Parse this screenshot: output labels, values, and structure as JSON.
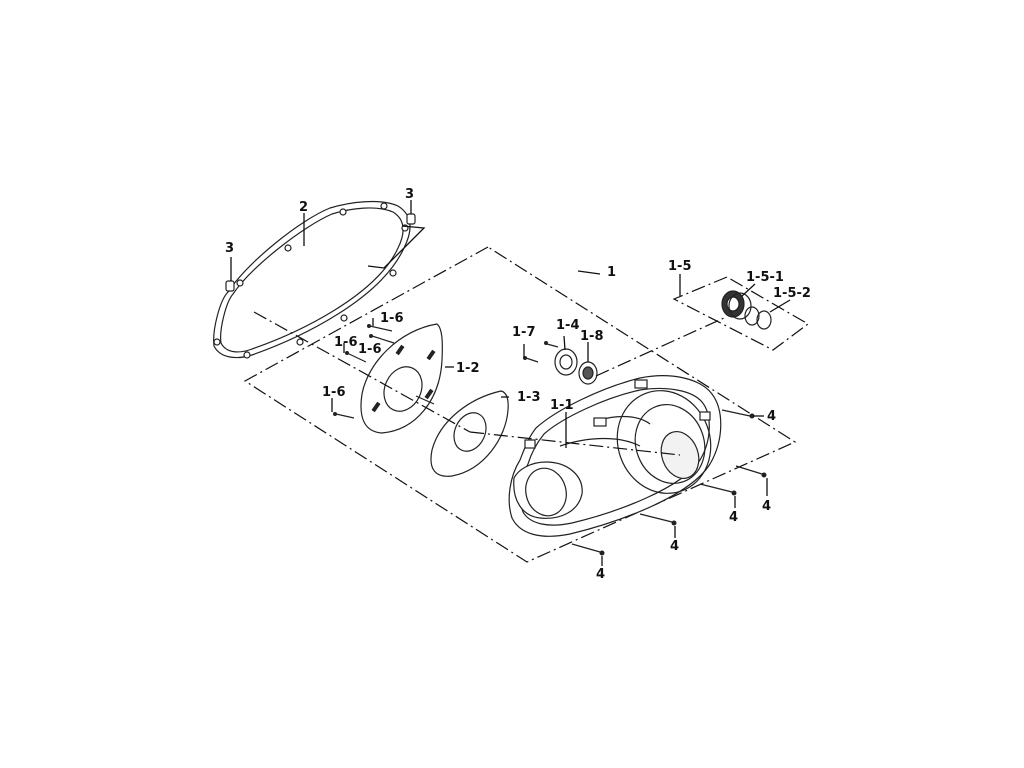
{
  "labels": {
    "l1": "1",
    "l1_1": "1-1",
    "l1_2": "1-2",
    "l1_3": "1-3",
    "l1_4": "1-4",
    "l1_5": "1-5",
    "l1_5_1": "1-5-1",
    "l1_5_2": "1-5-2",
    "l1_6": "1-6",
    "l1_7": "1-7",
    "l1_8": "1-8",
    "l2": "2",
    "l3": "3",
    "l4": "4"
  },
  "colors": {
    "ink": "#111111",
    "background": "#ffffff"
  }
}
